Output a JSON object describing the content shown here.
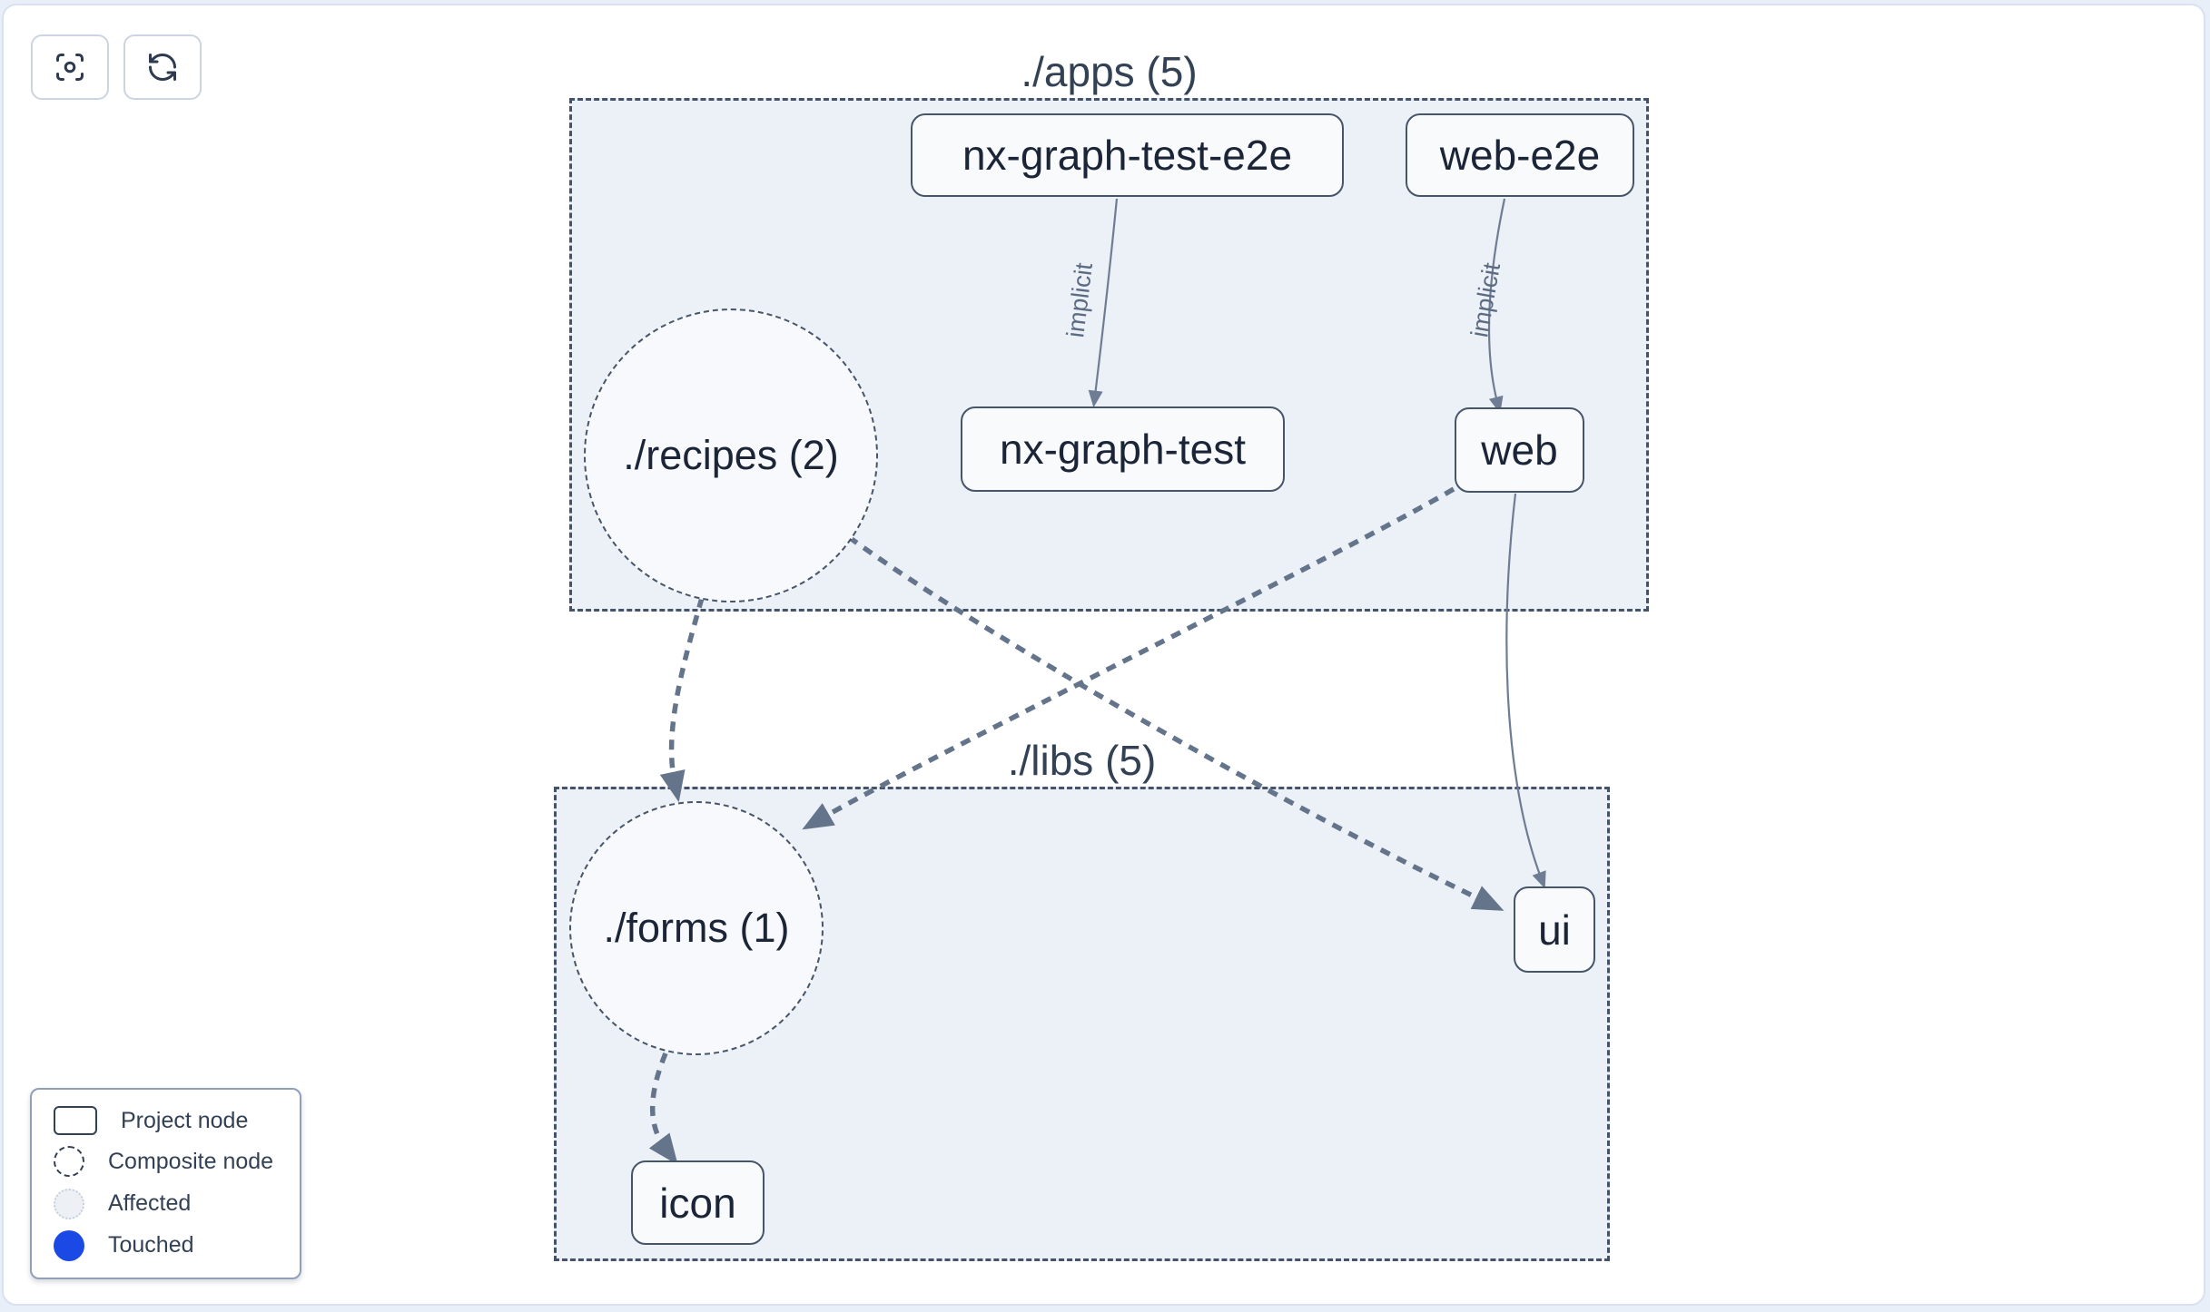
{
  "toolbar": {
    "buttons": [
      {
        "name": "focus",
        "icon": "focus-icon"
      },
      {
        "name": "refresh",
        "icon": "refresh-icon"
      }
    ]
  },
  "graph": {
    "clusters": [
      {
        "id": "apps",
        "label": "./apps (5)"
      },
      {
        "id": "libs",
        "label": "./libs (5)"
      }
    ],
    "nodes": [
      {
        "id": "nx-graph-test-e2e",
        "label": "nx-graph-test-e2e",
        "type": "project",
        "cluster": "apps"
      },
      {
        "id": "web-e2e",
        "label": "web-e2e",
        "type": "project",
        "cluster": "apps"
      },
      {
        "id": "nx-graph-test",
        "label": "nx-graph-test",
        "type": "project",
        "cluster": "apps"
      },
      {
        "id": "web",
        "label": "web",
        "type": "project",
        "cluster": "apps"
      },
      {
        "id": "recipes",
        "label": "./recipes (2)",
        "type": "composite",
        "cluster": "apps"
      },
      {
        "id": "forms",
        "label": "./forms (1)",
        "type": "composite",
        "cluster": "libs"
      },
      {
        "id": "ui",
        "label": "ui",
        "type": "project",
        "cluster": "libs"
      },
      {
        "id": "icon",
        "label": "icon",
        "type": "project",
        "cluster": "libs"
      }
    ],
    "edges": [
      {
        "from": "nx-graph-test-e2e",
        "to": "nx-graph-test",
        "label": "implicit",
        "style": "solid-thin"
      },
      {
        "from": "web-e2e",
        "to": "web",
        "label": "implicit",
        "style": "solid-thin"
      },
      {
        "from": "recipes",
        "to": "forms",
        "label": "",
        "style": "dashed-thick"
      },
      {
        "from": "recipes",
        "to": "ui",
        "label": "",
        "style": "dashed-thick"
      },
      {
        "from": "web",
        "to": "forms",
        "label": "",
        "style": "dashed-thick"
      },
      {
        "from": "web",
        "to": "ui",
        "label": "",
        "style": "solid-thin"
      },
      {
        "from": "forms",
        "to": "icon",
        "label": "",
        "style": "dashed-thick"
      }
    ]
  },
  "legend": {
    "items": [
      {
        "swatch": "project-node-swatch",
        "label": "Project node"
      },
      {
        "swatch": "composite-node-swatch",
        "label": "Composite node"
      },
      {
        "swatch": "affected-swatch",
        "label": "Affected"
      },
      {
        "swatch": "touched-swatch",
        "label": "Touched"
      }
    ]
  },
  "colors": {
    "page_bg": "#e9eff8",
    "canvas_border": "#d9e1f0",
    "cluster_fill": "#ecf0f7",
    "cluster_border": "#44536a",
    "node_fill": "#f8fafc",
    "node_border": "#475569",
    "circle_fill": "#f7f9fc",
    "edge": "#64748b",
    "edge_thin": "#6e7d93",
    "implicit_label": "#5b6b82",
    "text_dark": "#1b2537",
    "text_slate": "#334155",
    "toolbar_border": "#cbd5e1",
    "toolbar_icon": "#2d3a4f",
    "legend_border": "#8fa0b8",
    "affected_fill": "#edf1f6",
    "affected_border": "#c6cfdc",
    "touched_blue": "#1b49e5"
  }
}
